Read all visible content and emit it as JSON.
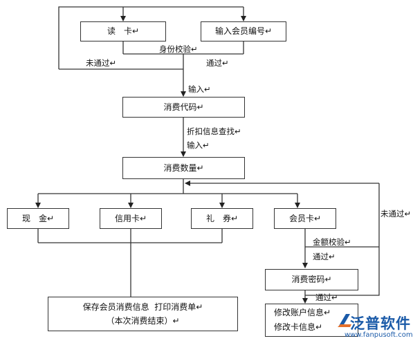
{
  "boxes": {
    "read_card": "读　卡↵",
    "input_member_no": "输入会员编号↵",
    "consume_code": "消费代码↵",
    "consume_qty": "消费数量↵",
    "cash": "现　金↵",
    "credit_card": "信用卡↵",
    "voucher": "礼　券↵",
    "member_card": "会员卡↵",
    "consume_password": "消费密码↵",
    "save_print_line1": "保存会员消费信息  打印消费单↵",
    "save_print_line2": "（本次消费结束）↵",
    "modify_line1": "修改账户信息↵",
    "modify_line2": "修改卡信息↵"
  },
  "labels": {
    "identity_check": "身份校验↵",
    "not_pass_1": "未通过↵",
    "pass_1": "通过↵",
    "input_1": "输入↵",
    "discount_lookup": "折扣信息查找↵",
    "input_2": "输入↵",
    "not_pass_2": "未通过↵",
    "balance_check": "金额校验↵",
    "pass_2": "通过↵",
    "pass_3": "通过↵"
  },
  "logo": {
    "name": "泛普软件",
    "url": "www.fanpusoft.com"
  }
}
